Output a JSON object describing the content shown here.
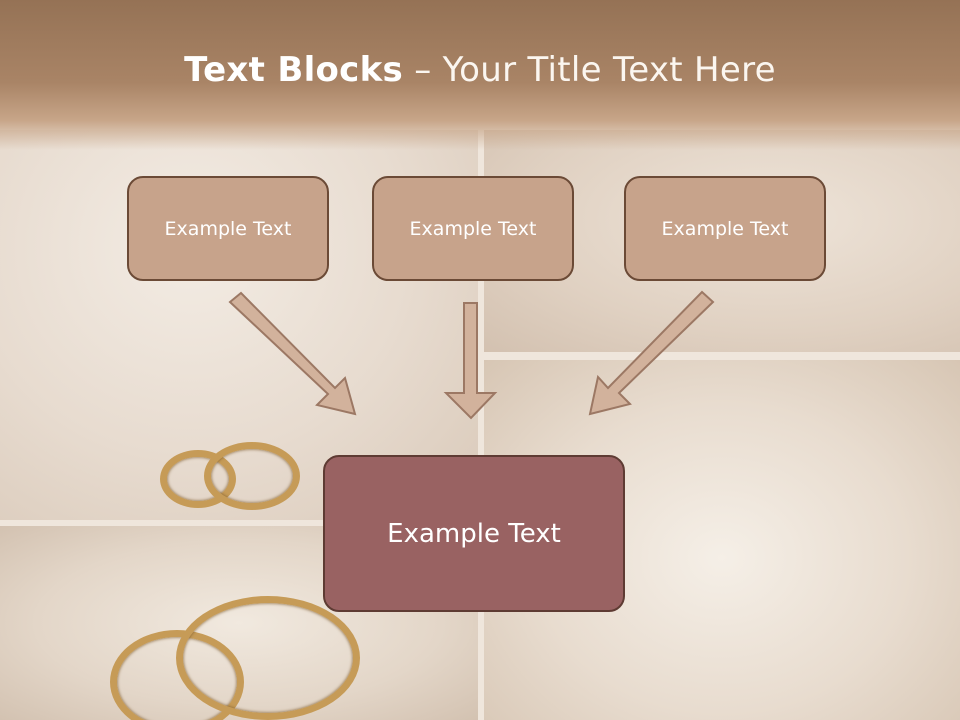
{
  "title": {
    "bold": "Text Blocks",
    "rest": " – Your Title Text Here"
  },
  "boxes": {
    "top": [
      "Example Text",
      "Example Text",
      "Example Text"
    ],
    "bottom": "Example Text"
  },
  "colors": {
    "header": "#a98466",
    "box_top_fill": "#c7a38b",
    "box_bottom_fill": "#996262",
    "box_border": "#6b4a36",
    "arrow_fill": "#d2b29c"
  }
}
